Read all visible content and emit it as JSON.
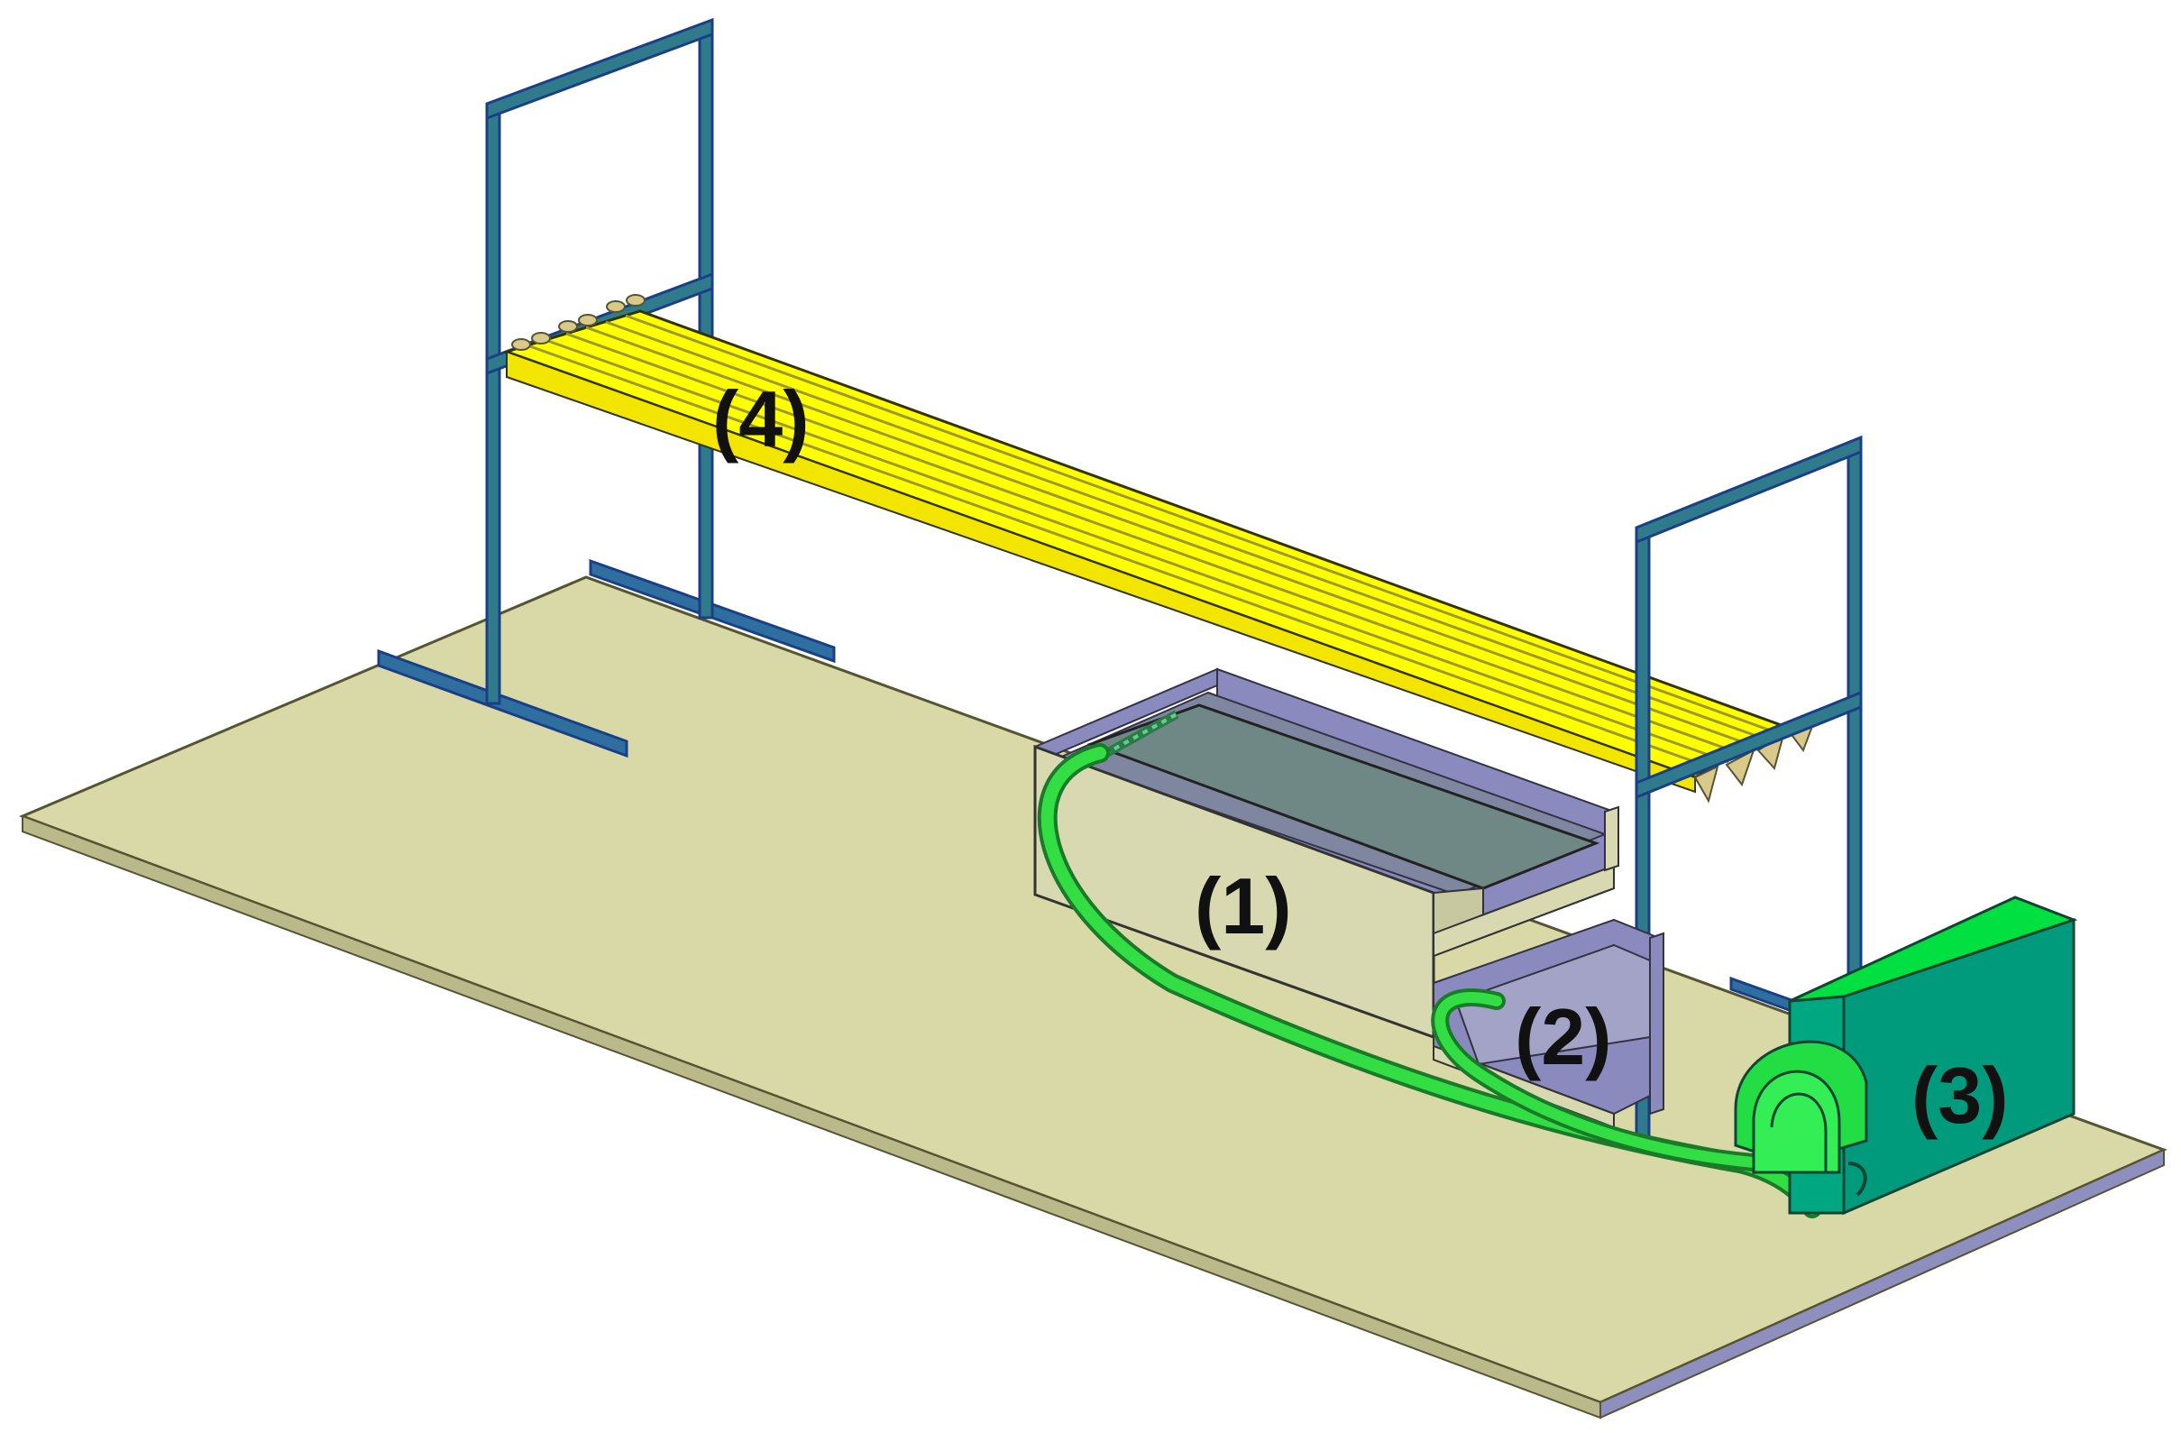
{
  "labels": {
    "item1": "(1)",
    "item2": "(2)",
    "item3": "(3)",
    "item4": "(4)"
  },
  "colors": {
    "floor": "#d8d9a6",
    "floor_edge": "#8f8fbf",
    "frame": "#2f7b8b",
    "frame_edge": "#1b3f86",
    "lamp_panel": "#ffff00",
    "tank_wall": "#d8d9b0",
    "tank_inner": "#8a8abf",
    "plate": "#6f8886",
    "pump": "#00d63a",
    "pump_dark": "#009a7c",
    "hose": "#33dd44"
  }
}
